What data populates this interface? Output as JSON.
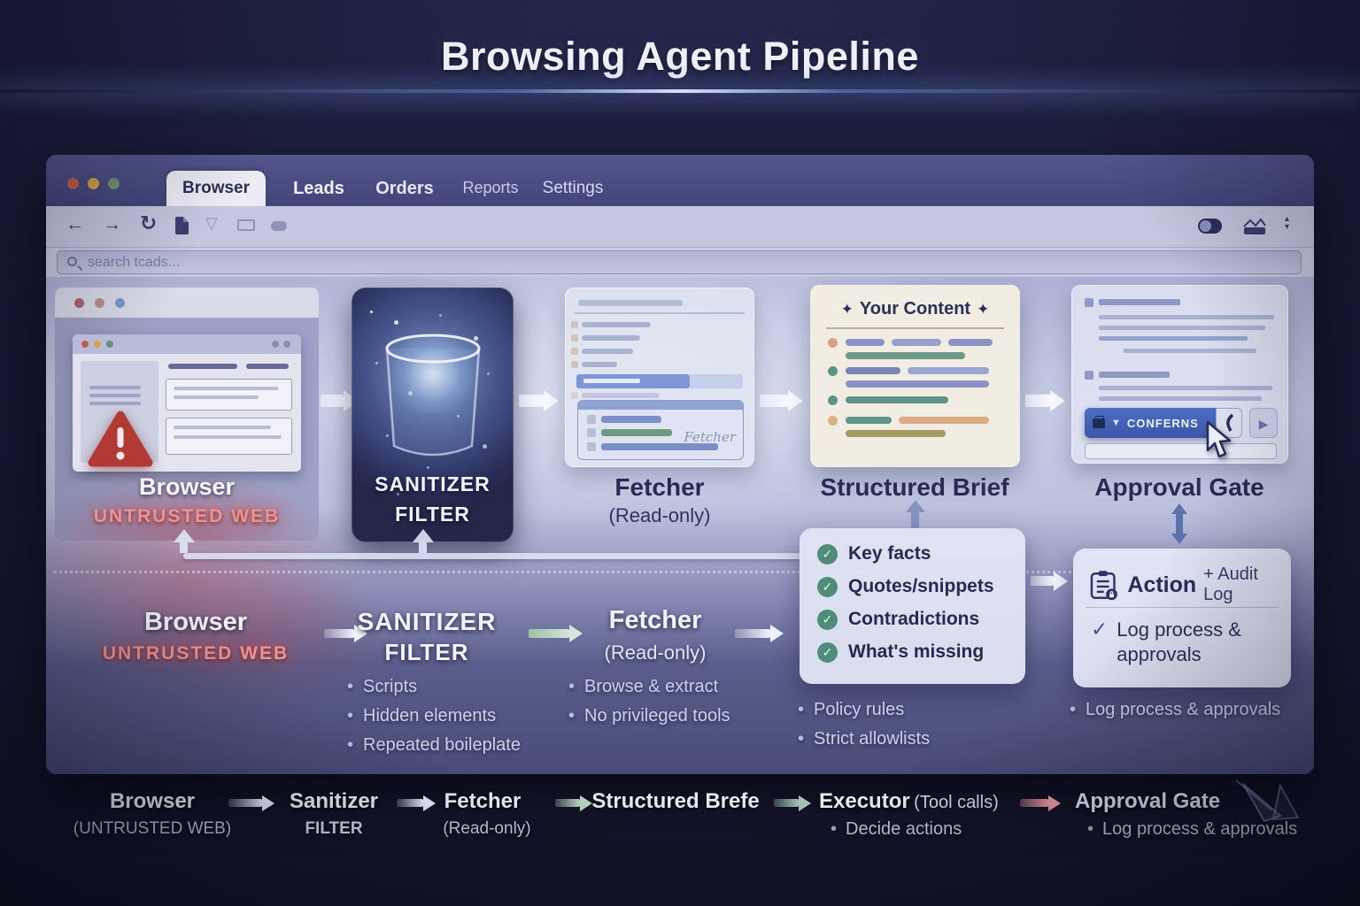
{
  "page_title": "Browsing Agent Pipeline",
  "browser_chrome": {
    "tabs": [
      {
        "label": "Browser",
        "active": true
      },
      {
        "label": "Leads",
        "active": false
      },
      {
        "label": "Orders",
        "active": false
      },
      {
        "label": "Reports",
        "active": false
      },
      {
        "label": "Settings",
        "active": false
      }
    ],
    "search_placeholder": "search tcads..."
  },
  "pipeline": {
    "browser": {
      "title": "Browser",
      "subtitle": "UNTRUSTED WEB"
    },
    "sanitizer": {
      "title_line1": "SANITIZER",
      "title_line2": "FILTER"
    },
    "fetcher": {
      "title": "Fetcher",
      "subtitle": "(Read-only)",
      "watermark": "Fetcher"
    },
    "brief": {
      "card_title": "Your Content",
      "title": "Structured Brief"
    },
    "approval": {
      "title": "Approval Gate",
      "confirm_button": "CONFERNS"
    }
  },
  "annotations": {
    "browser": {
      "title": "Browser",
      "subtitle": "UNTRUSTED WEB"
    },
    "sanitizer": {
      "title_line1": "SANITIZER",
      "title_line2": "FILTER",
      "bullets": [
        "Scripts",
        "Hidden elements",
        "Repeated boileplate"
      ]
    },
    "fetcher": {
      "title": "Fetcher",
      "subtitle": "(Read-only)",
      "bullets": [
        "Browse & extract",
        "No privileged tools"
      ]
    },
    "checklist": {
      "items": [
        "Key facts",
        "Quotes/snippets",
        "Contradictions",
        "What's missing"
      ]
    },
    "policy_bullets": [
      "Policy rules",
      "Strict allowlists"
    ],
    "action": {
      "title": "Action",
      "suffix": "+ Audit Log",
      "note": "Log process & approvals",
      "bullets": [
        "Log process & approvals"
      ]
    }
  },
  "summary_row": {
    "steps": [
      {
        "title": "Browser",
        "subtitle": "(UNTRUSTED WEB)"
      },
      {
        "title": "Sanitizer",
        "subtitle": "FILTER"
      },
      {
        "title": "Fetcher",
        "subtitle": "(Read-only)"
      },
      {
        "title": "Structured Brefe",
        "subtitle": ""
      },
      {
        "title": "Executor",
        "suffix": "(Tool calls)",
        "bullet": "Decide actions"
      },
      {
        "title": "Approval Gate",
        "bullet": "Log process & approvals"
      }
    ]
  },
  "icons": {
    "back": "←",
    "forward": "→",
    "refresh": "↻",
    "filter": "▽",
    "caret_down": "▼",
    "caret_up_small": "▴",
    "caret_down_small": "▾",
    "play": "▶",
    "check": "✓",
    "diamond": "✦"
  },
  "colors": {
    "untrusted_red": "#f2908e",
    "navy_text": "#2b2f5a",
    "check_green": "#4e8d7a",
    "confirm_blue": "#3f5fb4",
    "sanitizer_bg": "#272c55"
  }
}
